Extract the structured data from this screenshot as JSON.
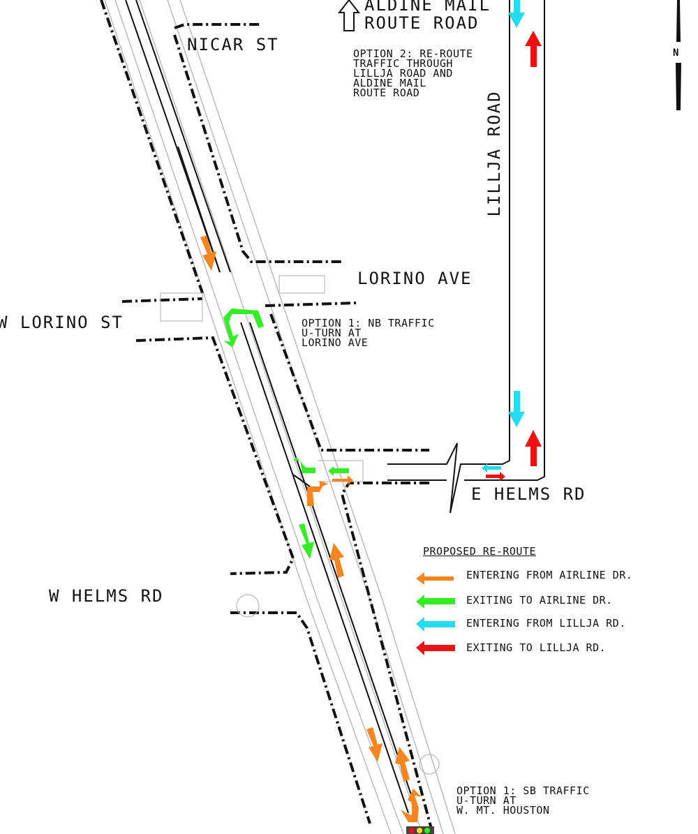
{
  "streets": {
    "nicar": "NICAR ST",
    "w_lorino": "W LORINO ST",
    "lorino_ave": "LORINO AVE",
    "lillja": "LILLJA ROAD",
    "e_helms": "E HELMS RD",
    "w_helms": "W HELMS RD",
    "aldine": [
      "ALDINE MAIL",
      "ROUTE ROAD"
    ]
  },
  "notes": {
    "option2": [
      "OPTION 2: RE-ROUTE",
      "TRAFFIC THROUGH",
      "LILLJA ROAD AND",
      "ALDINE MAIL",
      "ROUTE ROAD"
    ],
    "option1_nb": [
      "OPTION 1: NB TRAFFIC",
      "U-TURN AT",
      "LORINO AVE"
    ],
    "option1_sb": [
      "OPTION 1: SB TRAFFIC",
      "U-TURN AT",
      "W. MT. HOUSTON"
    ]
  },
  "legend": {
    "title": "PROPOSED RE-ROUTE",
    "items": [
      {
        "label": "ENTERING FROM AIRLINE DR.",
        "color": "#f7851f"
      },
      {
        "label": "EXITING TO AIRLINE DR.",
        "color": "#33ee22"
      },
      {
        "label": "ENTERING FROM LILLJA RD.",
        "color": "#22ddf0"
      },
      {
        "label": "EXITING TO LILLJA RD.",
        "color": "#ee1111"
      }
    ]
  },
  "north_label": "N",
  "colors": {
    "orange": "#f7851f",
    "green": "#33ee22",
    "cyan": "#22ddf0",
    "red": "#ee1111",
    "line": "#111111",
    "faint": "#bbbbbb"
  }
}
